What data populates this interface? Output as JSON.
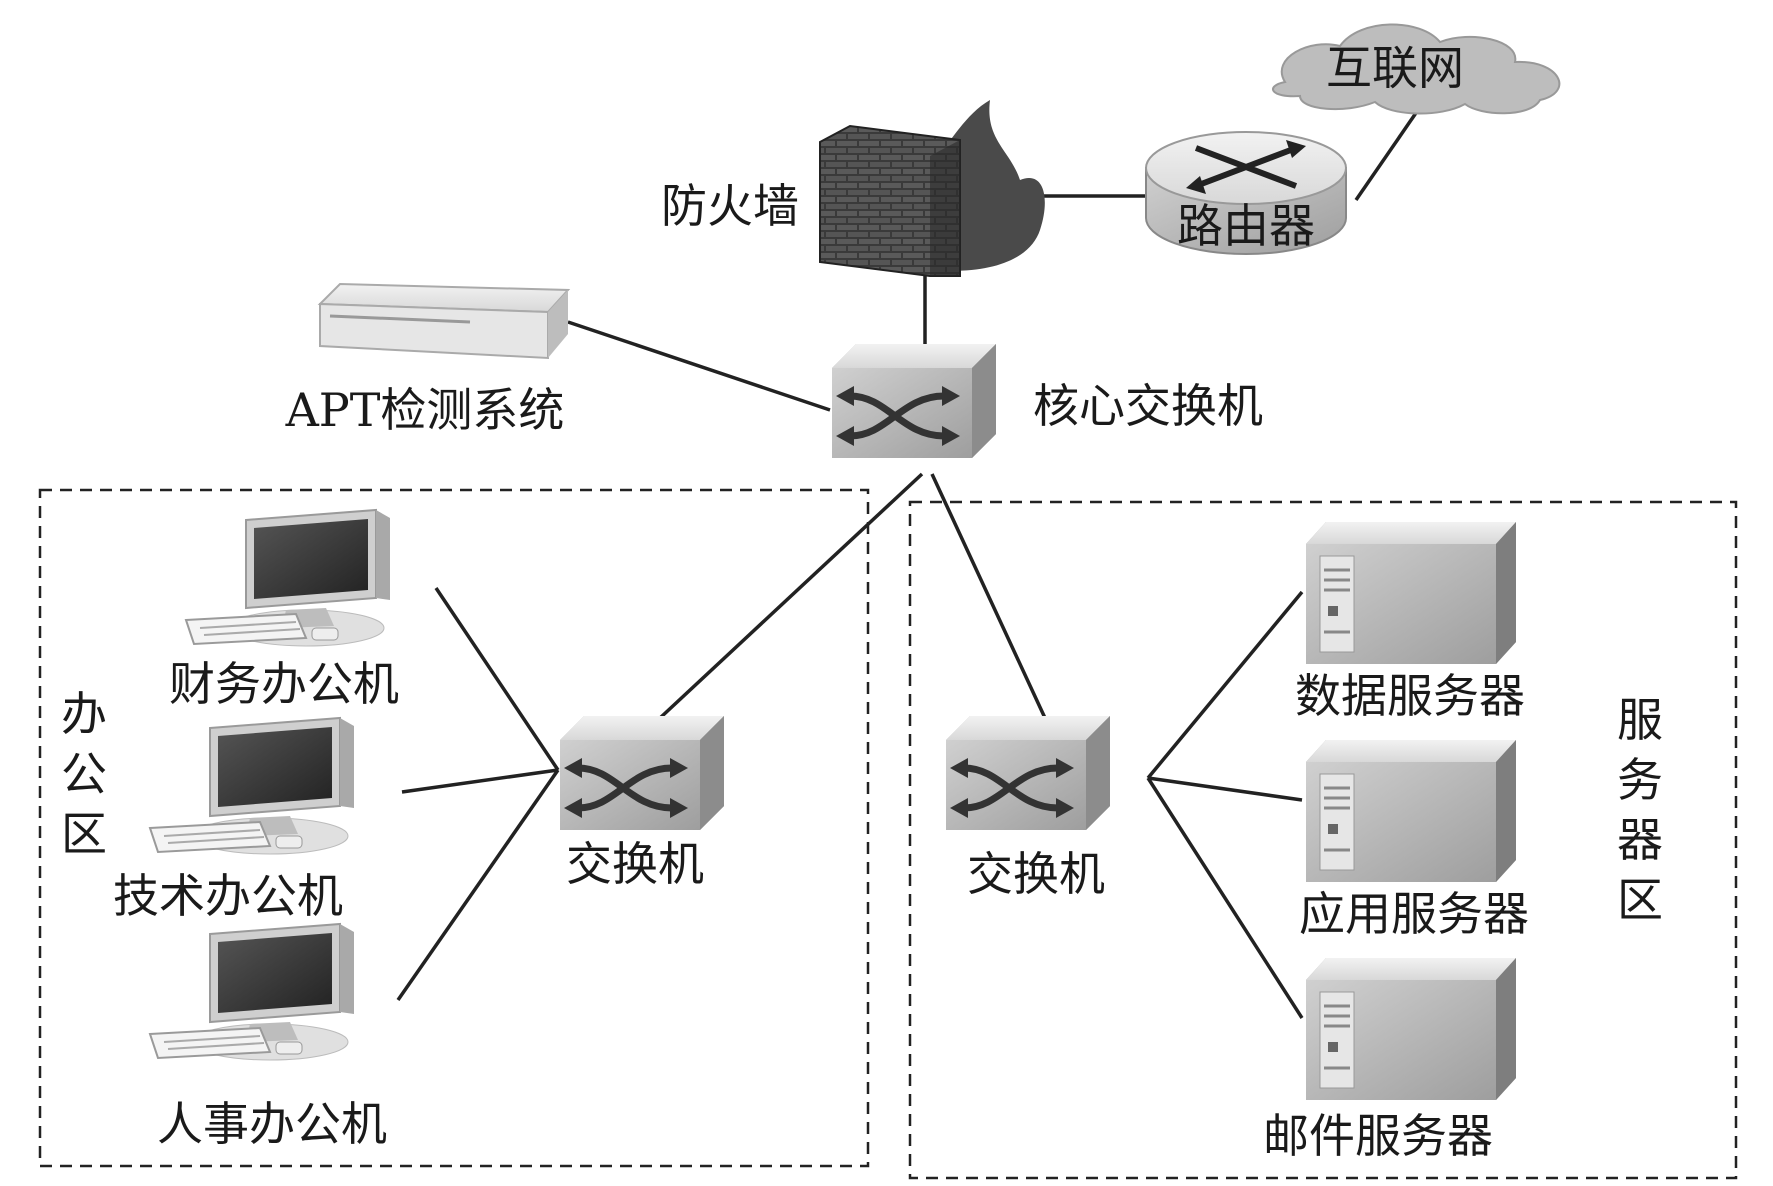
{
  "nodes": {
    "internet": "互联网",
    "router": "路由器",
    "firewall": "防火墙",
    "apt": "APT检测系统",
    "core_switch": "核心交换机",
    "office_switch": "交换机",
    "server_switch": "交换机",
    "finance_pc": "财务办公机",
    "tech_pc": "技术办公机",
    "hr_pc": "人事办公机",
    "data_server": "数据服务器",
    "app_server": "应用服务器",
    "mail_server": "邮件服务器"
  },
  "zones": {
    "office": [
      "办",
      "公",
      "区"
    ],
    "server": [
      "服",
      "务",
      "器",
      "区"
    ]
  }
}
